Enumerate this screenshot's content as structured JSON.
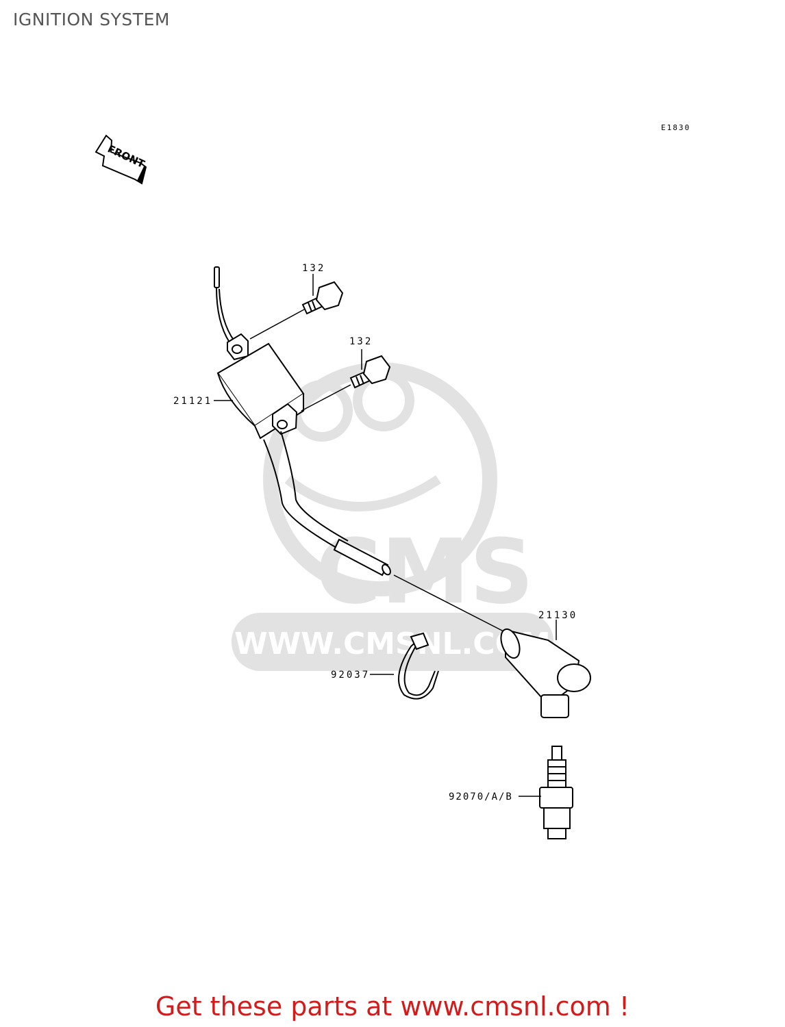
{
  "title": "IGNITION SYSTEM",
  "diagram_code": "E1830",
  "front_label": "FRONT",
  "watermark": {
    "brand": "CMS",
    "url": "WWW.CMSNL.COM",
    "color": "#e2e2e2"
  },
  "parts": [
    {
      "id": "132-upper",
      "number": "132"
    },
    {
      "id": "132-lower",
      "number": "132"
    },
    {
      "id": "21121",
      "number": "21121"
    },
    {
      "id": "21130",
      "number": "21130"
    },
    {
      "id": "92037",
      "number": "92037"
    },
    {
      "id": "92070",
      "number": "92070/A/B"
    }
  ],
  "footer": "Get these parts at www.cmsnl.com !",
  "colors": {
    "footer": "#d41a1a",
    "title": "#555555"
  }
}
